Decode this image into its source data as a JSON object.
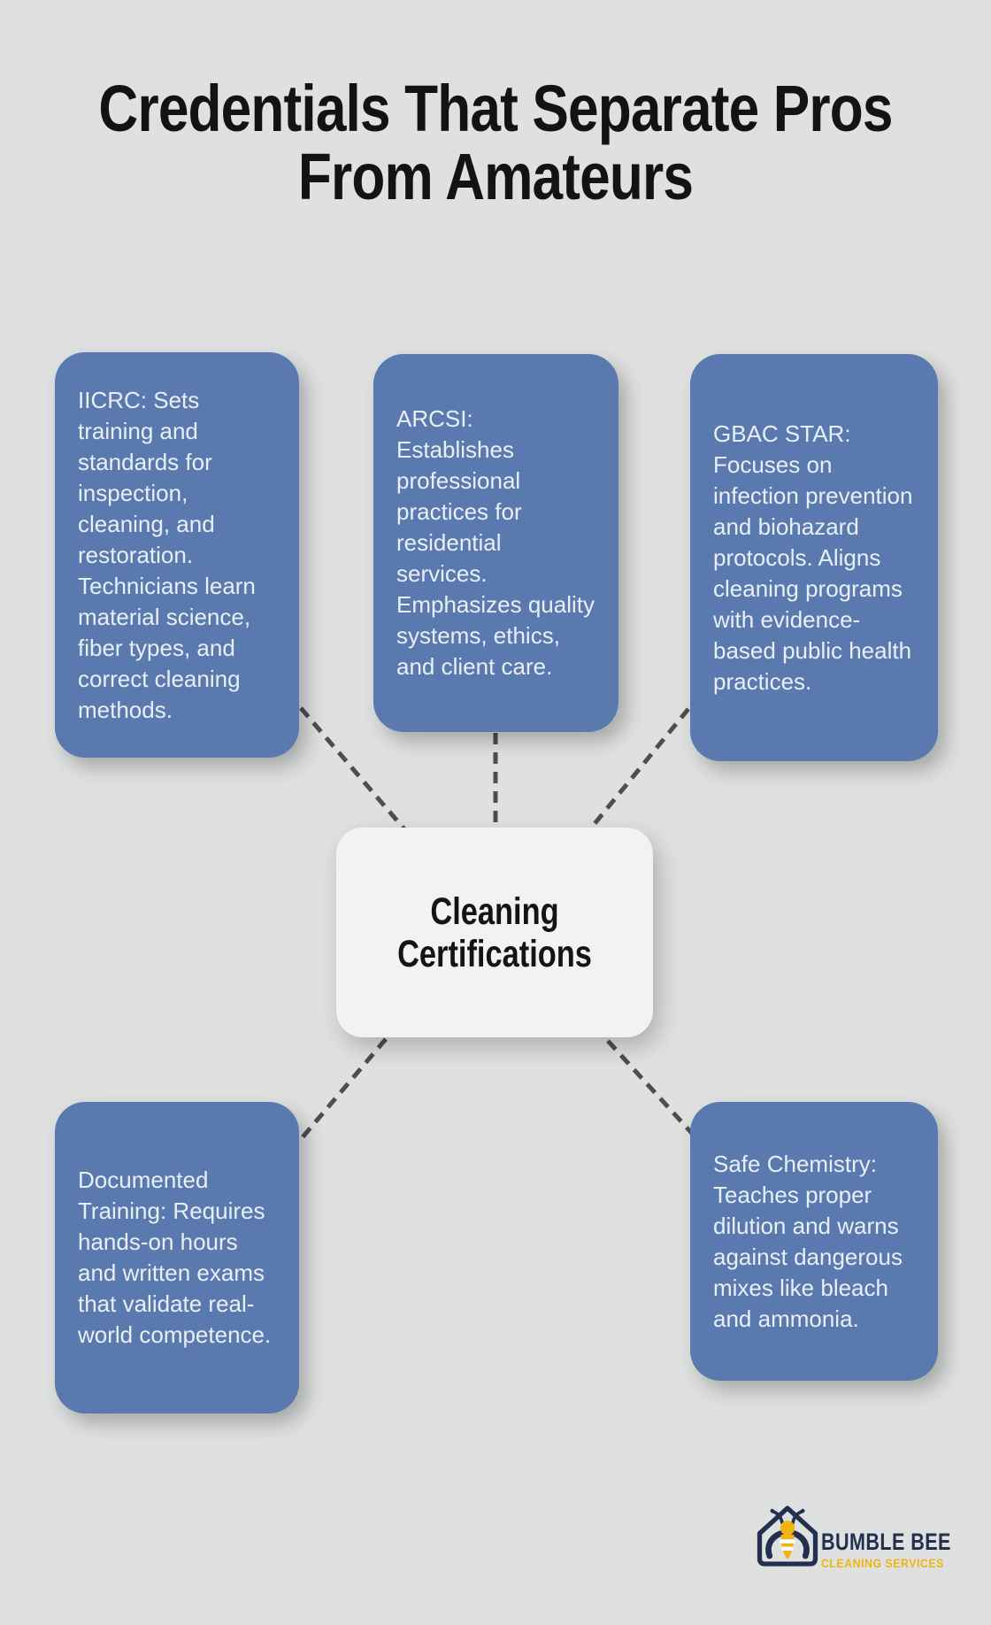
{
  "title": {
    "line1": "Credentials That Separate Pros",
    "line2": "From Amateurs"
  },
  "center": {
    "label": "Cleaning Certifications"
  },
  "nodes": [
    {
      "id": "iicrc",
      "text": "IICRC: Sets training and standards for inspection, cleaning, and restoration. Technicians learn material science, fiber types, and correct cleaning methods."
    },
    {
      "id": "arcsi",
      "text": "ARCSI: Establishes professional practices for residential services. Emphasizes quality systems, ethics, and client care."
    },
    {
      "id": "gbac-star",
      "text": "GBAC STAR: Focuses on infection prevention and biohazard protocols. Aligns cleaning programs with evidence-based public health practices."
    },
    {
      "id": "documented-training",
      "text": "Documented Training: Requires hands-on hours and written exams that validate real-world competence."
    },
    {
      "id": "safe-chemistry",
      "text": "Safe Chemistry: Teaches proper dilution and warns against dangerous mixes like bleach and ammonia."
    }
  ],
  "logo": {
    "name": "BUMBLE BEE",
    "tagline": "CLEANING SERVICES",
    "icon": "bumblebee-house-icon"
  },
  "colors": {
    "background": "#dfe1e1",
    "card_blue": "#5a79ae",
    "card_text": "#e9eff7",
    "center_bg": "#f2f2f3",
    "title_text": "#131313",
    "connector": "#4e4e4e",
    "logo_navy": "#232f4e",
    "logo_yellow": "#f0b411"
  }
}
